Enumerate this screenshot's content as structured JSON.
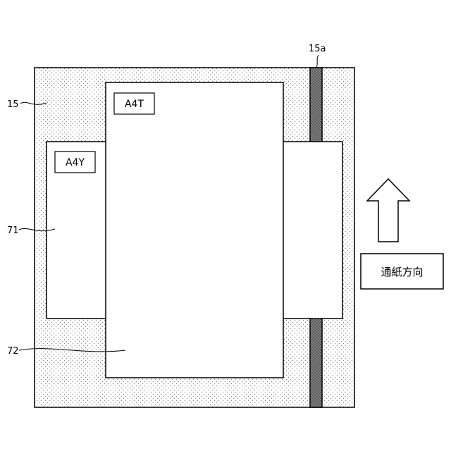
{
  "labels": {
    "plate": "15",
    "strip": "15a",
    "sheet_landscape": "71",
    "sheet_portrait": "72"
  },
  "sheets": {
    "portrait_name": "A4T",
    "landscape_name": "A4Y"
  },
  "direction": {
    "text": "通紙方向",
    "icon": "arrow-up-icon"
  },
  "colors": {
    "plate_fill": "#ffffff",
    "dots": "#8a8a8a",
    "strip_fill": "#6e6e6e",
    "line": "#000000"
  }
}
